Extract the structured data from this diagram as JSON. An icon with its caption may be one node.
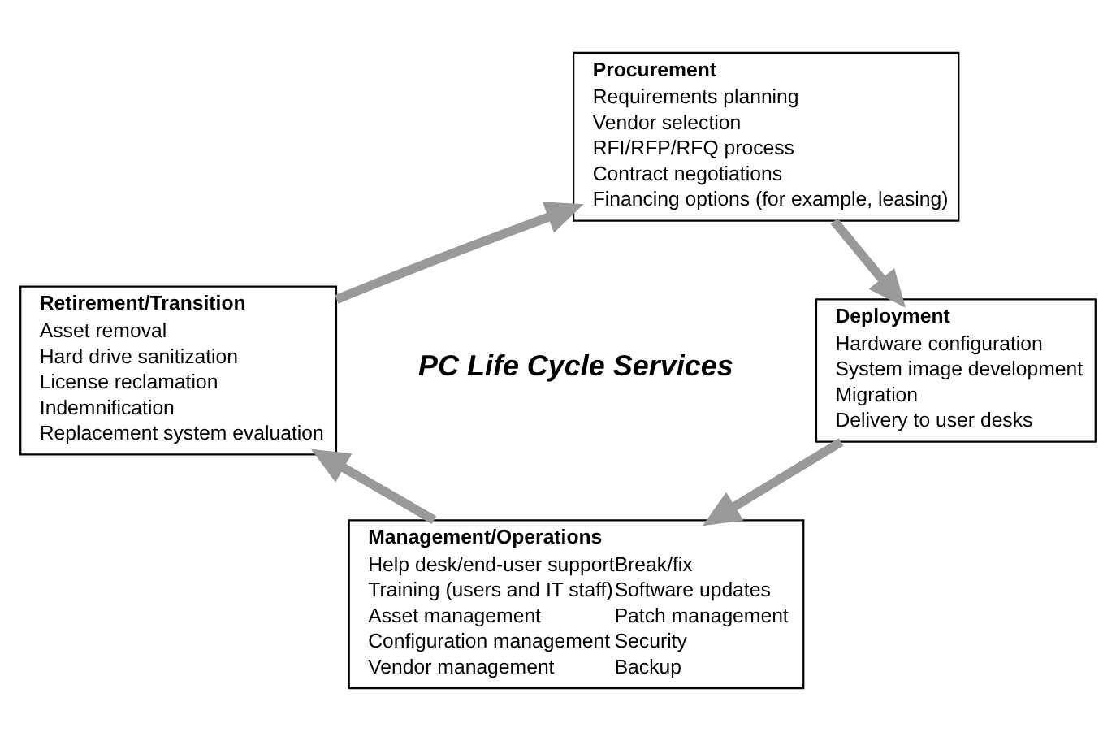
{
  "diagram": {
    "nodes": [
      {
        "text": [
          "Procurement",
          "Requirements planning",
          "Vendor selection",
          "RFI/RFP/RFQ process",
          "Contract negotiations",
          "Financing options (for example, leasing)"
        ]
      },
      {
        "text": [
          "Deployment",
          "Hardware configuration",
          "System image development",
          "Migration",
          "Delivery to user desks"
        ]
      },
      {
        "text": [
          "Management/Operations",
          "Help desk/end-user support",
          "Training (users and IT staff)",
          "Asset management",
          "Configuration management",
          "Vendor management",
          "Break/fix",
          "Software updates",
          "Patch management",
          "Security",
          "Backup"
        ]
      },
      {
        "text": [
          "Retirement/Transition",
          "Asset removal",
          "Hard drive sanitization",
          "License reclamation",
          "Indemnification",
          "Replacement system evaluation"
        ]
      }
    ],
    "edges": [
      {
        "from": 0,
        "to": 1,
        "arrow": "to"
      },
      {
        "from": 1,
        "to": 2,
        "arrow": "to"
      },
      {
        "from": 2,
        "to": 3,
        "arrow": "to"
      },
      {
        "from": 3,
        "to": 0,
        "arrow": "to"
      }
    ],
    "labels": [
      "PC Life Cycle Services"
    ]
  }
}
